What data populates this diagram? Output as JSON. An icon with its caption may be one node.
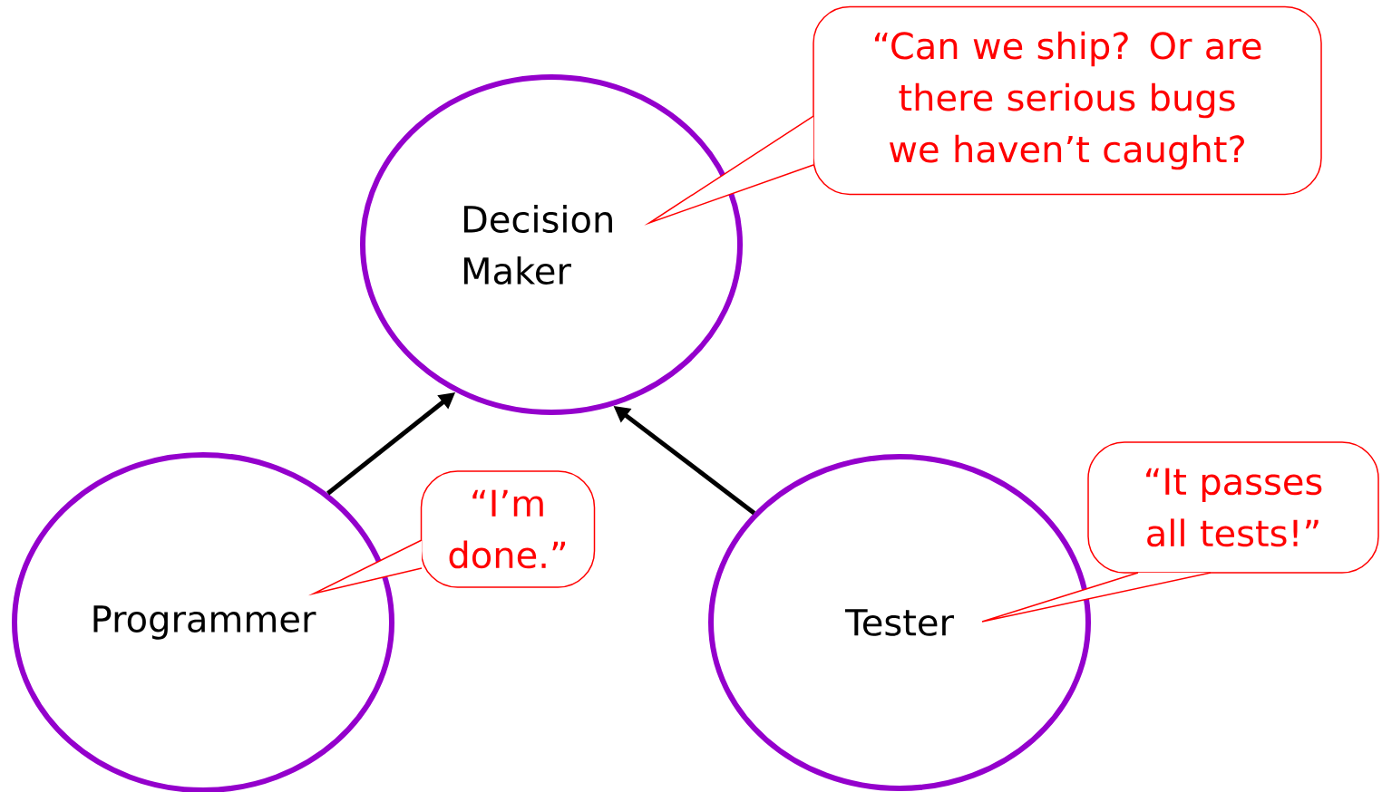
{
  "diagram": {
    "nodes": [
      {
        "text": [
          "Decision Maker"
        ]
      },
      {
        "text": [
          "Programmer"
        ]
      },
      {
        "text": [
          "Tester"
        ]
      },
      {
        "text": [
          "“Can we ship? Or are there serious bugs we haven’t caught?"
        ]
      },
      {
        "text": [
          "“I’m done.”"
        ]
      },
      {
        "text": [
          "“It passes all tests!”"
        ]
      }
    ],
    "edges": [
      {
        "from": 1,
        "to": 0,
        "arrow": "to"
      },
      {
        "from": 2,
        "to": 0,
        "arrow": "to"
      }
    ]
  }
}
